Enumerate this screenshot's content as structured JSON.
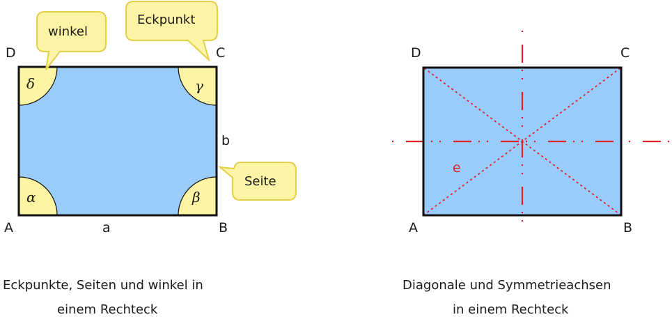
{
  "colors": {
    "rect_fill": "#99ccfb",
    "angle_fill": "#fdf5a3",
    "bubble_fill": "#fdf4a6",
    "bubble_stroke": "#e3d048",
    "axis_color": "#e0202a"
  },
  "left_figure": {
    "vertices": {
      "A": "A",
      "B": "B",
      "C": "C",
      "D": "D"
    },
    "sides": {
      "a": "a",
      "b": "b"
    },
    "angles": {
      "alpha": "α",
      "beta": "β",
      "gamma": "γ",
      "delta": "δ"
    },
    "callouts": {
      "winkel": "winkel",
      "eckpunkt": "Eckpunkt",
      "seite": "Seite"
    },
    "caption": [
      "Eckpunkte, Seiten und winkel in",
      "einem Rechteck"
    ]
  },
  "right_figure": {
    "vertices": {
      "A": "A",
      "B": "B",
      "C": "C",
      "D": "D"
    },
    "diagonal_label": "e",
    "caption": [
      "Diagonale und Symmetrieachsen",
      "in einem Rechteck"
    ]
  }
}
